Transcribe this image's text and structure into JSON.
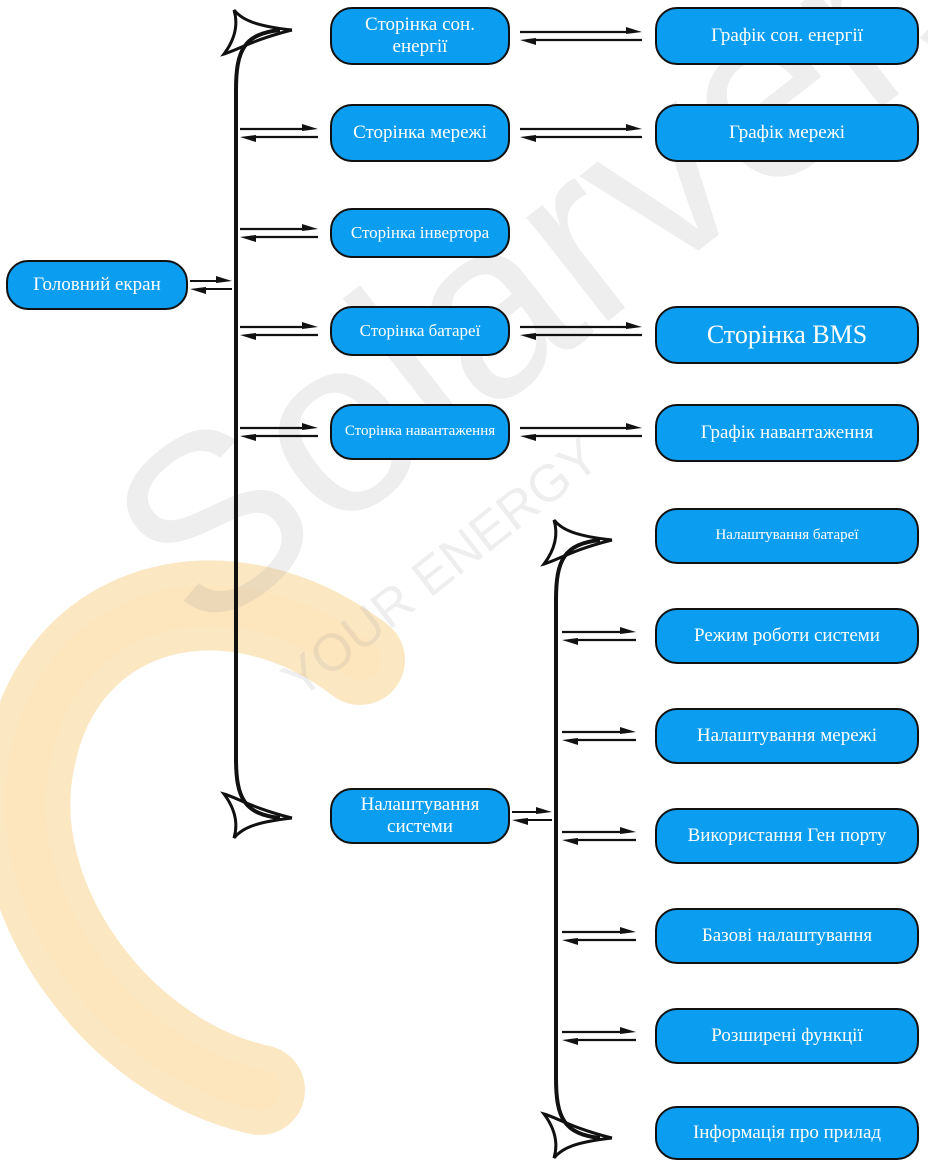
{
  "watermark": {
    "brand": "Solarvers",
    "tagline": "YOUR ENERGY"
  },
  "colors": {
    "node_fill": "#0b9df0",
    "node_border": "#111111",
    "node_text": "#ffffff",
    "arc_outer": "#f9c97a",
    "arc_inner": "#fde4b8"
  },
  "root": {
    "label": "Головний екран"
  },
  "main_pages": {
    "solar": {
      "label": "Сторінка сон. енергії"
    },
    "grid": {
      "label": "Сторінка мережі"
    },
    "inverter": {
      "label": "Сторінка інвертора"
    },
    "battery": {
      "label": "Сторінка батареї"
    },
    "load": {
      "label": "Сторінка навантаження"
    },
    "system_settings": {
      "label": "Налаштування системи"
    }
  },
  "details": {
    "solar_chart": {
      "label": "Графік сон. енергії"
    },
    "grid_chart": {
      "label": "Графік мережі"
    },
    "bms_page": {
      "label": "Сторінка BMS"
    },
    "load_chart": {
      "label": "Графік навантаження"
    }
  },
  "settings": {
    "battery_setup": {
      "label": "Налаштування батареї"
    },
    "work_mode": {
      "label": "Режим роботи системи"
    },
    "grid_setup": {
      "label": "Налаштування мережі"
    },
    "gen_port": {
      "label": "Використання Ген порту"
    },
    "basic_setup": {
      "label": "Базові налаштування"
    },
    "advanced": {
      "label": "Розширені функції"
    },
    "device_info": {
      "label": "Інформація про прилад"
    }
  }
}
